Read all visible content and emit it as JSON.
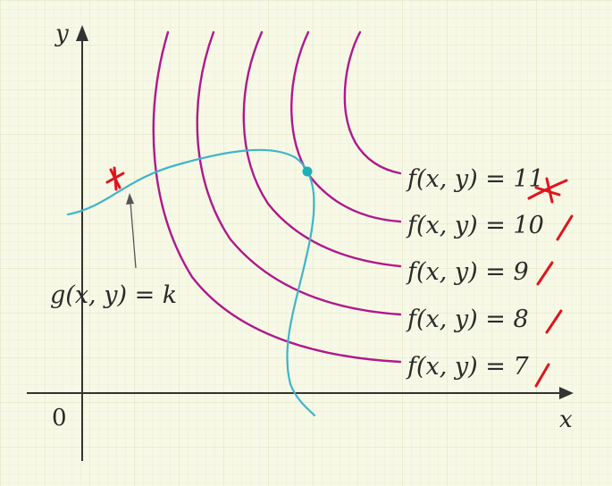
{
  "axes": {
    "x_label": "x",
    "y_label": "y",
    "origin_label": "0"
  },
  "constraint": {
    "label": "g(x, y) = k"
  },
  "level_curves": [
    {
      "label": "f(x, y) = 11"
    },
    {
      "label": "f(x, y) = 10"
    },
    {
      "label": "f(x, y) = 9"
    },
    {
      "label": "f(x, y) = 8"
    },
    {
      "label": "f(x, y) = 7"
    }
  ],
  "colors": {
    "background": "#f7f9e6",
    "grid": "#dfe8c8",
    "axis": "#333333",
    "level_curve": "#b0188c",
    "constraint_curve": "#3fb5c8",
    "tangent_point": "#1faeb8",
    "annotation_mark": "#e0141e",
    "pointer": "#555555"
  }
}
